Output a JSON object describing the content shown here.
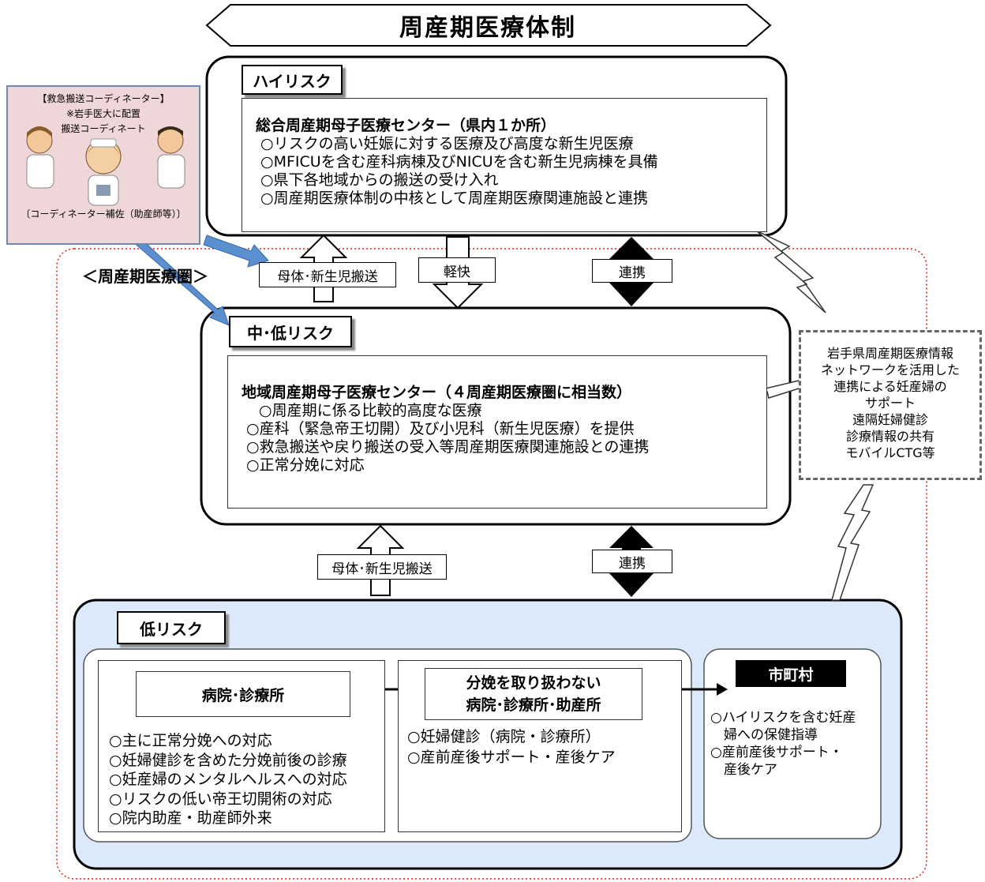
{
  "title": "周産期医療体制",
  "region_label": "＜周産期医療圏＞",
  "coordinator": {
    "line1": "【救急搬送コーディネーター】",
    "line2": "※岩手医大に配置",
    "line3": "搬送コーディネート",
    "caption": "〔コーディネーター補佐（助産師等）〕"
  },
  "high_risk": {
    "tag": "ハイリスク",
    "center": "総合周産期母子医療センター（県内１か所）",
    "items": [
      "○リスクの高い妊娠に対する医療及び高度な新生児医療",
      "○MFICUを含む産科病棟及びNICUを含む新生児病棟を具備",
      "○県下各地域からの搬送の受け入れ",
      "○周産期医療体制の中核として周産期医療関連施設と連携"
    ]
  },
  "mid_risk": {
    "tag": "中･低リスク",
    "center": "地域周産期母子医療センター（４周産期医療圏に相当数）",
    "items": [
      "○周産期に係る比較的高度な医療",
      "○産科（緊急帝王切開）及び小児科（新生児医療）を提供",
      "○救急搬送や戻り搬送の受入等周産期医療関連施設との連携",
      "○正常分娩に対応"
    ]
  },
  "arrows_top": {
    "transport": "母体･新生児搬送",
    "relief": "軽快",
    "cooperation": "連携"
  },
  "arrows_bottom": {
    "transport": "母体･新生児搬送",
    "cooperation": "連携"
  },
  "network": {
    "lines": [
      "岩手県周産期医療情報",
      "ネットワークを活用した",
      "連携による妊産婦の",
      "サポート",
      "遠隔妊婦健診",
      "診療情報の共有",
      "モバイルCTG等"
    ]
  },
  "low_risk": {
    "tag": "低リスク",
    "hospital": {
      "title": "病院･診療所",
      "items": [
        "○主に正常分娩への対応",
        "○妊婦健診を含めた分娩前後の診療",
        "○妊産婦のメンタルヘルスへの対応",
        "○リスクの低い帝王切開術の対応",
        "○院内助産・助産師外来"
      ]
    },
    "non_delivery": {
      "title1": "分娩を取り扱わない",
      "title2": "病院･診療所･助産所",
      "items": [
        "○妊婦健診（病院・診療所）",
        "○産前産後サポート・産後ケア"
      ]
    },
    "municipality": {
      "title": "市町村",
      "items": [
        "○ハイリスクを含む妊産",
        "　婦への保健指導",
        "○産前産後サポート・",
        "　産後ケア"
      ]
    }
  },
  "colors": {
    "low_risk_bg": "#dbe9fb",
    "coordinator_bg": "#efd6d9",
    "blue_arrow": "#5b8fd0",
    "region_border": "#e02020"
  }
}
